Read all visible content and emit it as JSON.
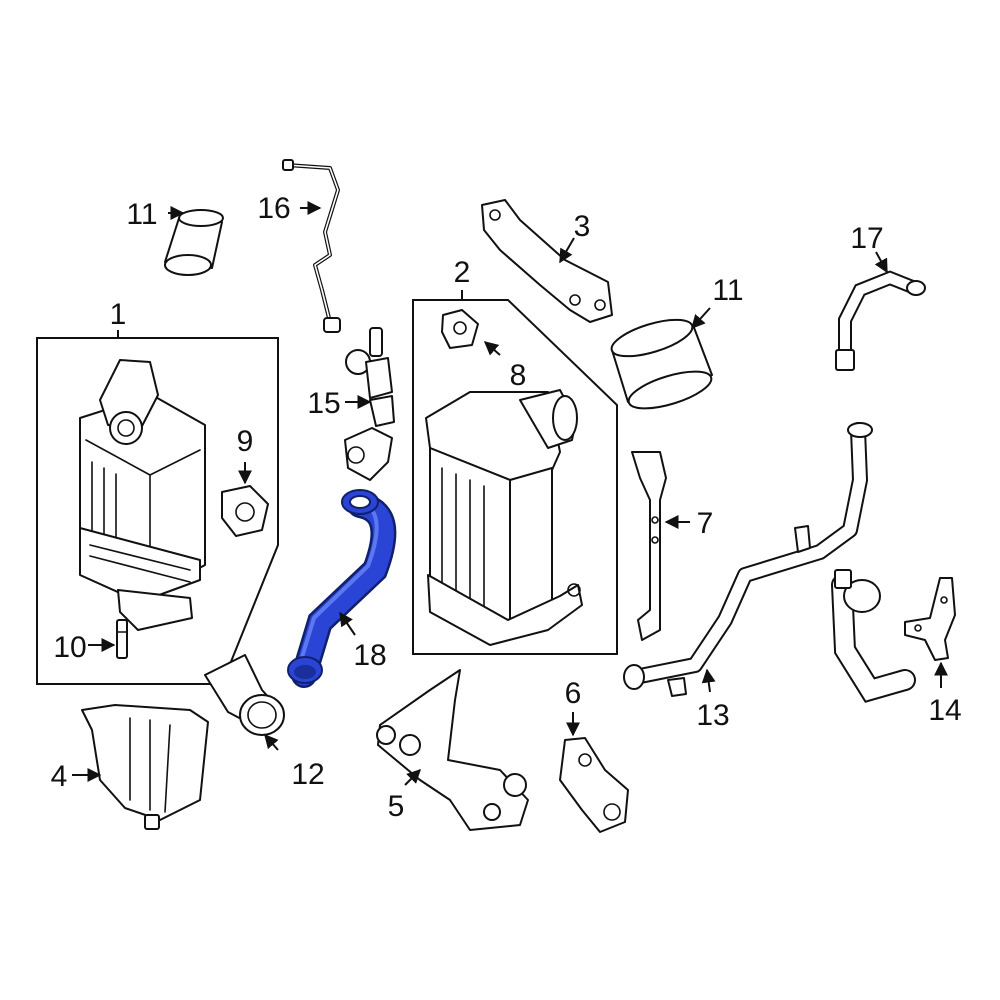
{
  "colors": {
    "line": "#111111",
    "background": "#ffffff",
    "highlight": "#2a45d6",
    "highlight_dark": "#10206a"
  },
  "callouts": {
    "c1": "1",
    "c2": "2",
    "c3": "3",
    "c4": "4",
    "c5": "5",
    "c6": "6",
    "c7": "7",
    "c8": "8",
    "c9": "9",
    "c10": "10",
    "c11a": "11",
    "c11b": "11",
    "c12": "12",
    "c13": "13",
    "c14": "14",
    "c15": "15",
    "c16": "16",
    "c17": "17",
    "c18": "18"
  },
  "highlighted_part": "18"
}
